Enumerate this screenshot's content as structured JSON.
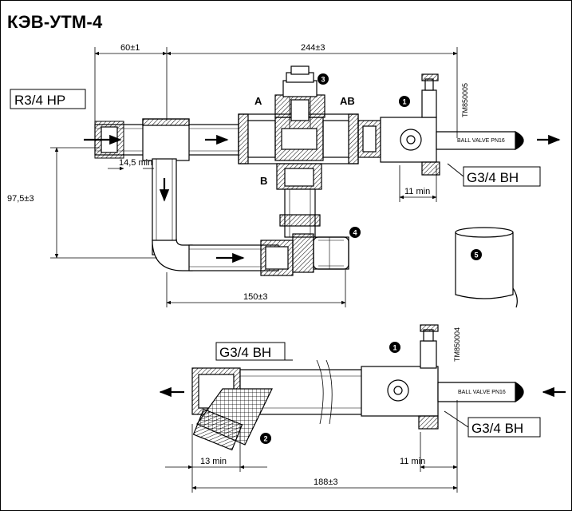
{
  "title": "КЭВ-УТМ-4",
  "dimensions": {
    "d60": "60±1",
    "d244": "244±3",
    "d145": "14,5 min",
    "d975": "97,5±3",
    "d150": "150±3",
    "d11_top": "11 min",
    "d13": "13 min",
    "d11_bottom": "11 min",
    "d188": "188±3"
  },
  "ports": {
    "r34": "R3/4 HP",
    "g34_top": "G3/4 BH",
    "g34_left": "G3/4 BH",
    "g34_bottom": "G3/4 BH"
  },
  "labels": {
    "a": "A",
    "ab": "AB",
    "b": "B"
  },
  "badges": [
    "1",
    "2",
    "3",
    "4",
    "5",
    "1"
  ],
  "tm_codes": {
    "top": "TM850005",
    "bottom": "TM850004"
  },
  "valve_text": {
    "top": "BALL VALVE PN16",
    "bottom": "BALL VALVE PN16"
  }
}
